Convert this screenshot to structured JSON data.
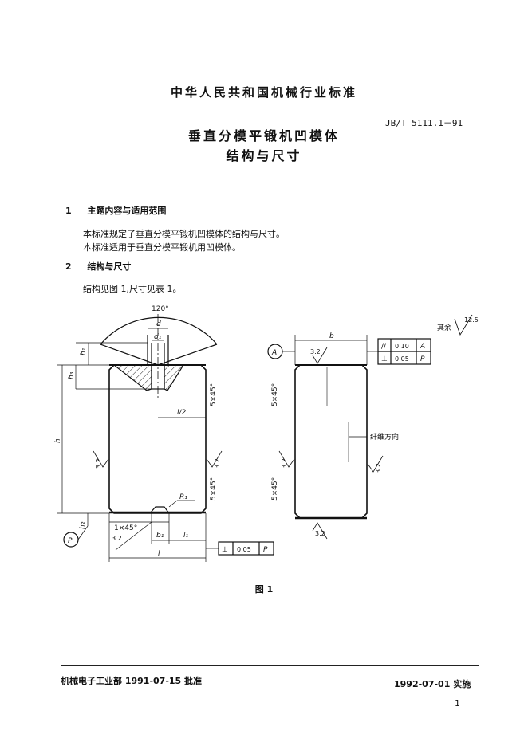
{
  "header": {
    "standard_title": "中华人民共和国机械行业标准",
    "standard_code": "JB/T 5111.1－91",
    "doc_title_line1": "垂直分模平锻机凹模体",
    "doc_title_line2": "结构与尺寸"
  },
  "sections": [
    {
      "number": "1",
      "title": "主题内容与适用范围",
      "paragraphs": [
        "本标准规定了垂直分模平锻机凹模体的结构与尺寸。",
        "本标准适用于垂直分模平锻机用凹模体。"
      ]
    },
    {
      "number": "2",
      "title": "结构与尺寸",
      "paragraphs": [
        "结构见图 1,尺寸见表 1。"
      ]
    }
  ],
  "figure": {
    "caption": "图 1",
    "labels": {
      "angle": "120°",
      "d": "d",
      "d1": "d₁",
      "h1": "h₁",
      "h2": "h₂",
      "h3": "h₃",
      "h": "h",
      "l_half": "l/2",
      "chamfer_5x45_a": "5×45°",
      "chamfer_5x45_b": "5×45°",
      "chamfer_5x45_c": "5×45°",
      "chamfer_5x45_d": "5×45°",
      "r1": "R₁",
      "chamfer_1x45": "1×45°",
      "b1": "b₁",
      "l1": "l₁",
      "l": "l",
      "b": "b",
      "rough_3_2_a": "3.2",
      "rough_3_2_b": "3.2",
      "rough_3_2_c": "3.2",
      "rough_3_2_d": "3.2",
      "rough_3_2_e": "3.2",
      "rough_3_2_f": "3.2",
      "rough_3_2_g": "3.2",
      "rough_other": "12.5",
      "rough_other_label": "其余",
      "datum_a": "A",
      "datum_p": "P",
      "fiber_direction": "纤维方向"
    },
    "tolerance_frames": [
      {
        "symbol": "//",
        "value": "0.10",
        "datum": "A"
      },
      {
        "symbol": "⊥",
        "value": "0.05",
        "datum": "P"
      },
      {
        "symbol": "⊥",
        "value": "0.05",
        "datum": "P"
      }
    ]
  },
  "footer": {
    "approval": "机械电子工业部 1991-07-15 批准",
    "effective": "1992-07-01 实施",
    "page_number": "1"
  }
}
